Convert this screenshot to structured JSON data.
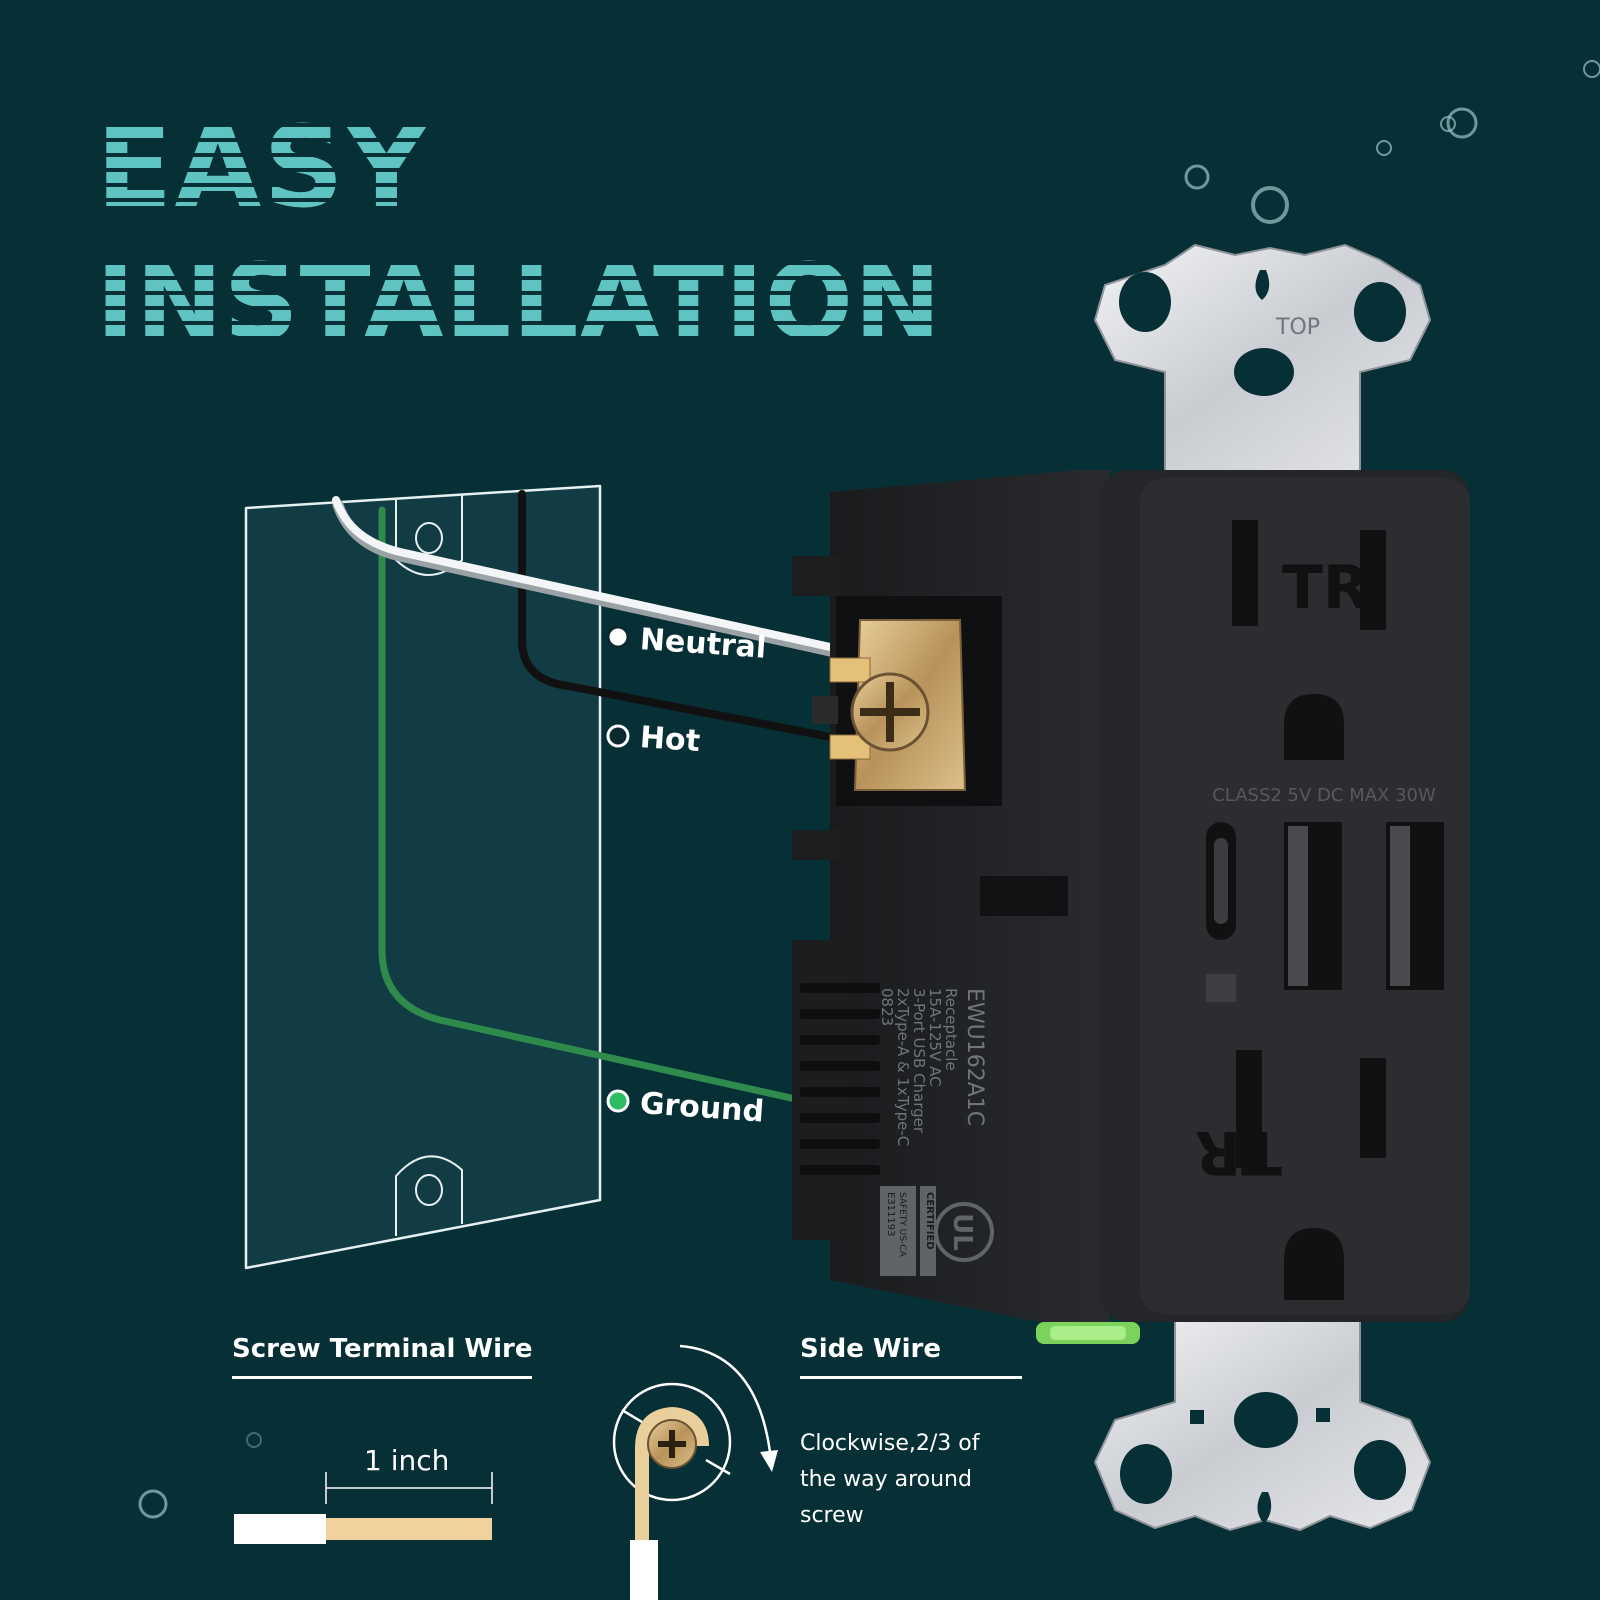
{
  "headline": {
    "line1": "EASY",
    "line2": "INSTALLATION"
  },
  "wires": {
    "neutral": "Neutral",
    "hot": "Hot",
    "ground": "Ground"
  },
  "screw_terminal": {
    "title": "Screw Terminal Wire",
    "strip_length": "1 inch"
  },
  "side_wire": {
    "title": "Side Wire",
    "instruction": "Clockwise,2/3 of the way around screw"
  },
  "outlet": {
    "top_mark": "TOP",
    "tr_mark": "TR",
    "usb_rating": "CLASS2 5V DC MAX 30W",
    "model": "EWU162A1C",
    "label_lines": [
      "Receptacle",
      "15A-125V AC",
      "3-Port USB Charger",
      "2xType-A & 1xType-C",
      "0823"
    ],
    "cert_badge": [
      "CERTIFIED",
      "SAFETY US-CA",
      "E311193"
    ],
    "ul_logo": "UL"
  },
  "colors": {
    "background": "#072f36",
    "headline": "#5fc4c1",
    "neutral_wire": "#ffffff",
    "hot_wire": "#111111",
    "ground_wire": "#2e8b4c",
    "outlet_body": "#222325",
    "brass": "#c9a46c"
  }
}
